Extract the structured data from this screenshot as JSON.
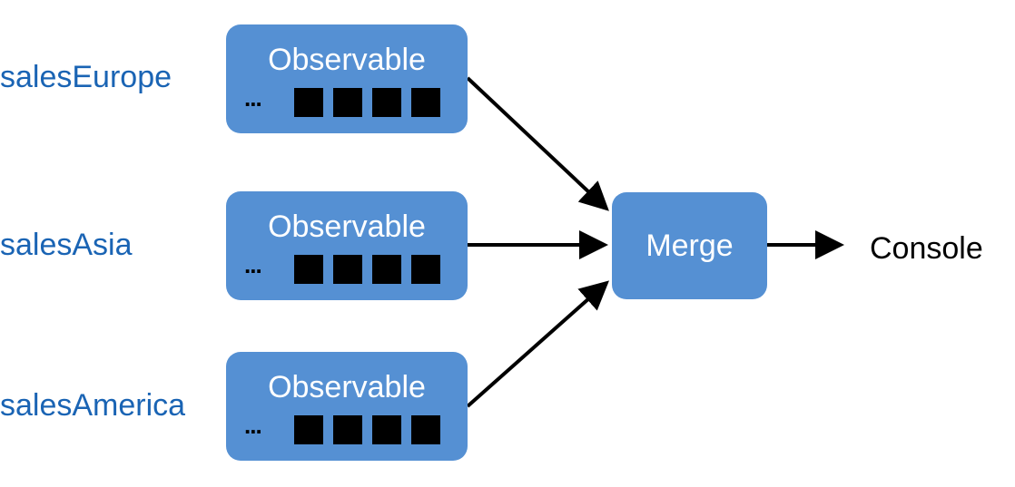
{
  "sources": [
    {
      "label": "salesEurope",
      "box_title": "Observable",
      "ellipsis": "...",
      "queued_items": 4
    },
    {
      "label": "salesAsia",
      "box_title": "Observable",
      "ellipsis": "...",
      "queued_items": 4
    },
    {
      "label": "salesAmerica",
      "box_title": "Observable",
      "ellipsis": "...",
      "queued_items": 4
    }
  ],
  "merge": {
    "label": "Merge"
  },
  "output": {
    "label": "Console"
  },
  "colors": {
    "box_fill": "#5590d3",
    "source_label": "#1a64b4",
    "box_text": "#ffffff",
    "arrow": "#000000"
  }
}
